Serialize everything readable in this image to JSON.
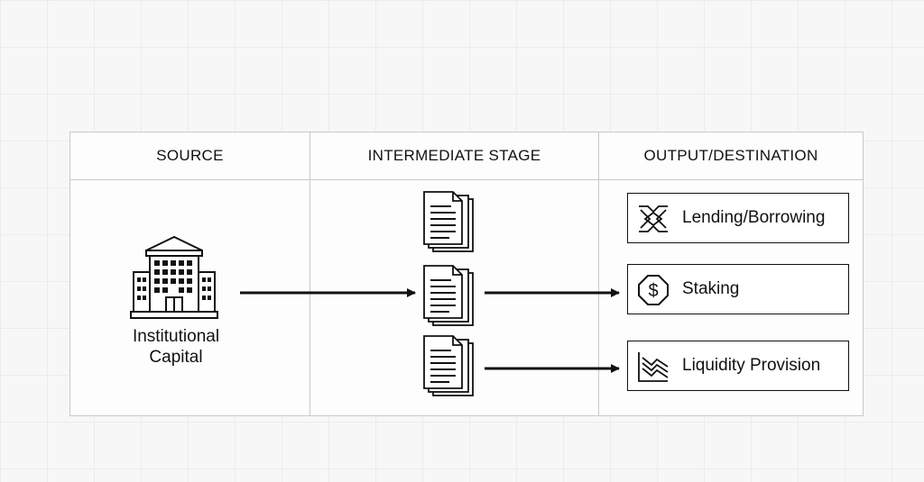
{
  "columns": {
    "source": "SOURCE",
    "intermediate": "INTERMEDIATE STAGE",
    "output": "OUTPUT/DESTINATION"
  },
  "source": {
    "label_line1": "Institutional",
    "label_line2": "Capital",
    "icon": "bank-building-icon"
  },
  "intermediate": {
    "icon": "document-stack-icon",
    "count": 3
  },
  "outputs": [
    {
      "label": "Lending/Borrowing",
      "icon": "lending-exchange-icon"
    },
    {
      "label": "Staking",
      "icon": "dollar-octagon-icon"
    },
    {
      "label": "Liquidity Provision",
      "icon": "liquidity-wave-icon"
    }
  ],
  "colors": {
    "stroke": "#111111",
    "border": "#c9c9c9",
    "background": "#f7f7f7"
  }
}
